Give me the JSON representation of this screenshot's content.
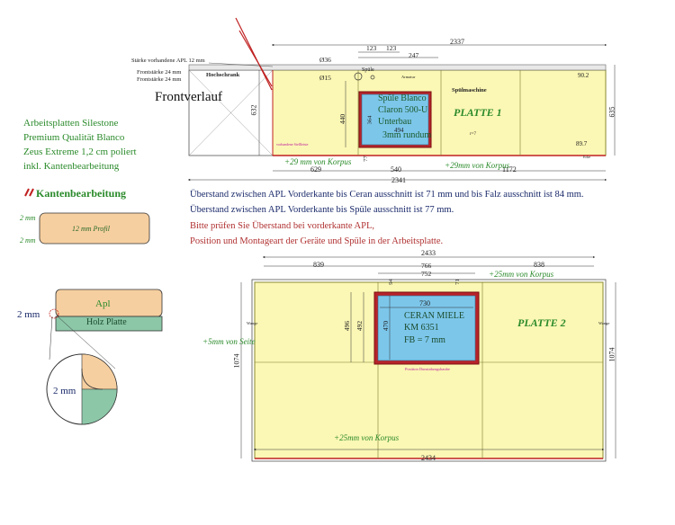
{
  "heading": {
    "frontverlauf": "Frontverlauf"
  },
  "material": {
    "line1": "Arbeitsplatten Silestone",
    "line2": "Premium Qualität Blanco",
    "line3": "Zeus Extreme 1,2 cm poliert",
    "line4": "inkl. Kantenbearbeitung"
  },
  "edge": {
    "title": "Kantenbearbeitung",
    "profile_label": "12 mm Profil",
    "thickness_top": "2 mm",
    "thickness_bottom": "2 mm",
    "apl_label": "Apl",
    "holz_label": "Holz Platte",
    "detail_2mm_left": "2 mm",
    "detail_2mm_circle": "2 mm"
  },
  "notes": {
    "line1": "Überstand zwischen APL Vorderkante bis Ceran ausschnitt ist 71 mm und bis Falz ausschnitt ist 84 mm.",
    "line2": "Überstand zwischen APL Vorderkante bis Spüle ausschnitt ist 77 mm.",
    "line3": "Bitte prüfen Sie Überstand bei vorderkante APL,",
    "line4": "Position und Montageart der Geräte und Spüle in der Arbeitsplatte."
  },
  "plate1": {
    "label": "PLATTE 1",
    "overall_top": "2337",
    "overall_bottom": "2341",
    "depth_right": "635",
    "depth_left": "632",
    "note_wall": "Stärke vorhandene APL 12 mm",
    "note_front1": "Frontstärke 24 mm",
    "note_front2": "Frontstärke 24 mm",
    "hochschrank": "Hochschrank",
    "dim_123a": "123",
    "dim_123b": "123",
    "dim_247": "247",
    "dim_36": "Ø36",
    "dim_15": "Ø15",
    "dim_440": "440",
    "dim_364": "364",
    "dim_494": "494",
    "dim_77": "77",
    "dim_629": "629",
    "dim_540": "540",
    "dim_1172": "1172",
    "dim_90": "90.2",
    "dim_897": "89.7",
    "spuele_small": "Spüle",
    "armatur": "Armatur",
    "spuelmaschine": "Spülmaschine",
    "sink_l1": "Spüle Blanco",
    "sink_l2": "Claron 500-U",
    "sink_l3": "Unterbau",
    "sink_l4": "3mm rundum",
    "korpus_left": "+29 mm von Korpus",
    "korpus_right": "+29mm von Korpus",
    "r7": "r=7",
    "schiebe": "vorhandene Stellleiste",
    "eckleiste": "Ecke"
  },
  "plate2": {
    "label": "PLATTE 2",
    "overall_top": "2433",
    "overall_bottom": "2434",
    "dim_839": "839",
    "dim_838": "838",
    "dim_766": "766",
    "dim_752": "752",
    "dim_730": "730",
    "dim_94": "94",
    "dim_71": "71",
    "dim_496": "496",
    "dim_492": "492",
    "dim_470": "470",
    "depth_left": "1074",
    "depth_right": "1074",
    "cook_l1": "CERAN MIELE",
    "cook_l2": "KM 6351",
    "cook_l3": "FB = 7 mm",
    "korpus_top": "+25mm von Korpus",
    "korpus_bottom": "+25mm von Korpus",
    "seite": "+5mm von Seite",
    "position_note": "Position Dunstabzugshaube",
    "wange_left": "Wange",
    "wange_right": "Wange"
  }
}
